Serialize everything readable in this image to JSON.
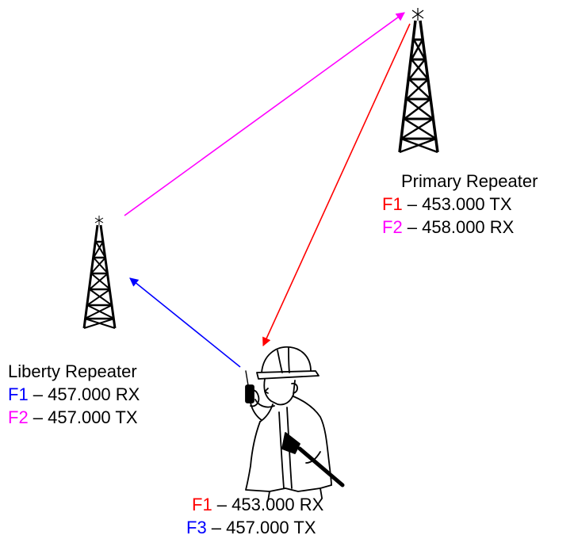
{
  "colors": {
    "f1": "#ff0000",
    "f2": "#ff00ff",
    "f3": "#0000ff",
    "text": "#000000",
    "background": "#ffffff"
  },
  "icons": [
    "radio-tower-icon",
    "radio-tower-icon",
    "firefighter-with-radio-icon"
  ],
  "primary_repeater": {
    "title": "Primary Repeater",
    "lines": [
      {
        "code": "F1",
        "rest": " – 453.000 TX",
        "color": "#ff0000"
      },
      {
        "code": "F2",
        "rest": " – 458.000 RX",
        "color": "#ff00ff"
      }
    ]
  },
  "liberty_repeater": {
    "title": "Liberty Repeater",
    "lines": [
      {
        "code": "F1",
        "rest": " – 457.000 RX",
        "color": "#0000ff"
      },
      {
        "code": "F2",
        "rest": " – 457.000 TX",
        "color": "#ff00ff"
      }
    ]
  },
  "field_user": {
    "lines": [
      {
        "code": "F1",
        "rest": " – 453.000 RX",
        "color": "#ff0000"
      },
      {
        "code": "F3",
        "rest": " – 457.000 TX",
        "color": "#0000ff"
      }
    ]
  },
  "links": [
    {
      "from": "liberty_repeater",
      "to": "primary_repeater",
      "color": "#ff00ff"
    },
    {
      "from": "primary_repeater",
      "to": "field_user",
      "color": "#ff0000"
    },
    {
      "from": "field_user",
      "to": "liberty_repeater",
      "color": "#0000ff"
    }
  ]
}
